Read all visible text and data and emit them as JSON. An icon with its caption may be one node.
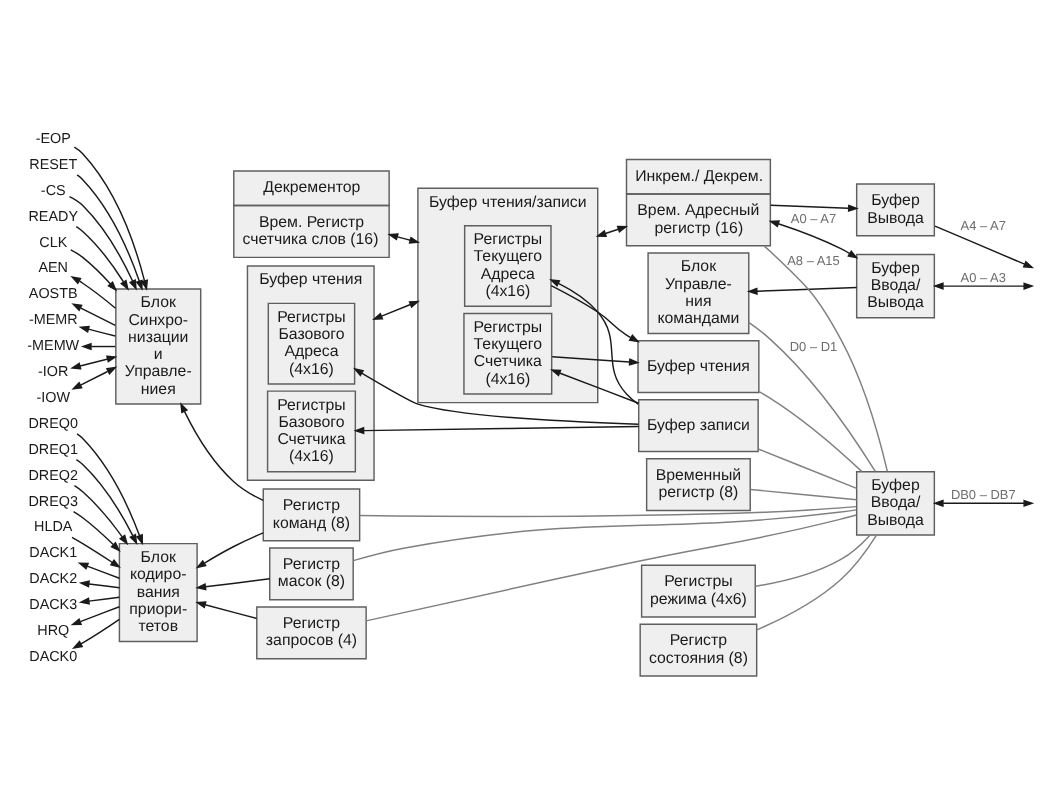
{
  "diagram": {
    "nodes": [
      {
        "text": [
          "Декрементор",
          "Врем. Регистр счетчика слов (16)"
        ]
      },
      {
        "text": [
          "Инкрем./ Декрем.",
          "Врем. Адресный регистр (16)"
        ]
      },
      {
        "text": [
          "Буфер Ввода/ Вывода"
        ]
      },
      {
        "text": [
          "Буфер Вывода"
        ]
      },
      {
        "text": [
          "-EOP"
        ]
      },
      {
        "text": [
          "RESET"
        ]
      },
      {
        "text": [
          "-CS"
        ]
      },
      {
        "text": [
          "READY"
        ]
      },
      {
        "text": [
          "CLK"
        ]
      },
      {
        "text": [
          "Блок Синхро- низации и Управле- ниея"
        ]
      },
      {
        "text": [
          "AEN"
        ]
      },
      {
        "text": [
          "AOSTB"
        ]
      },
      {
        "text": [
          "-MEMR"
        ]
      },
      {
        "text": [
          "-MEMW"
        ]
      },
      {
        "text": [
          "-IOR"
        ]
      },
      {
        "text": [
          "-IOW"
        ]
      },
      {
        "text": [
          "Буфер чтения"
        ]
      },
      {
        "text": [
          "Регистры Базового Адреса (4x16)"
        ],
        "in": 16
      },
      {
        "text": [
          "Регистры Базового Счетчика (4x16)"
        ],
        "in": 16
      },
      {
        "text": [
          "Буфер чтения/записи"
        ]
      },
      {
        "text": [
          "Регистры Текущего Адреса (4x16)"
        ],
        "in": 19
      },
      {
        "text": [
          "Регистры Текущего Счетчика (4x16)"
        ],
        "in": 19
      },
      {
        "text": [
          "Блок Управле- ния командами"
        ]
      },
      {
        "text": [
          "DREQ0"
        ]
      },
      {
        "text": [
          "DREQ1"
        ]
      },
      {
        "text": [
          "DREQ2"
        ]
      },
      {
        "text": [
          "DREQ3"
        ]
      },
      {
        "text": [
          "HLDA"
        ]
      },
      {
        "text": [
          "Блок кодиро- вания приори- тетов"
        ]
      },
      {
        "text": [
          "HRQ"
        ]
      },
      {
        "text": [
          "DACK0"
        ]
      },
      {
        "text": [
          "DACK1"
        ]
      },
      {
        "text": [
          "DACK2"
        ]
      },
      {
        "text": [
          "DACK3"
        ]
      },
      {
        "text": [
          "Регистр команд (8)"
        ]
      },
      {
        "text": [
          "Буфер записи"
        ]
      },
      {
        "text": [
          "Буфер чтения"
        ]
      },
      {
        "text": [
          "Регистр масок (8)"
        ]
      },
      {
        "text": [
          "Буфер Ввода/ Вывода"
        ]
      },
      {
        "text": [
          "Регистр запросов (4)"
        ]
      },
      {
        "text": [
          "Регистры режима (4x6)"
        ]
      },
      {
        "text": [
          "Регистр состояния (8)"
        ]
      },
      {
        "text": [
          "Временный регистр (8)"
        ]
      }
    ],
    "edges": [
      {
        "from": 4,
        "to": 9,
        "arrow": "to"
      },
      {
        "from": 5,
        "to": 9,
        "arrow": "to"
      },
      {
        "from": 6,
        "to": 9,
        "arrow": "to"
      },
      {
        "from": 7,
        "to": 9,
        "arrow": "to"
      },
      {
        "from": 8,
        "to": 9,
        "arrow": "to"
      },
      {
        "from": 9,
        "to": 10,
        "arrow": "to"
      },
      {
        "from": 9,
        "to": 11,
        "arrow": "to"
      },
      {
        "from": 9,
        "to": 12,
        "arrow": "to"
      },
      {
        "from": 9,
        "to": 13,
        "arrow": "to"
      },
      {
        "from": 9,
        "to": 14,
        "arrow": "both"
      },
      {
        "from": 9,
        "to": 15,
        "arrow": "both"
      },
      {
        "from": 2,
        "to": 1,
        "arrow": "both",
        "label": "A0 – A7"
      },
      {
        "from": 1,
        "to": 3,
        "arrow": "to"
      },
      {
        "from": null,
        "to": 2,
        "arrow": "both",
        "label": "A0 – A3"
      },
      {
        "from": 3,
        "to": null,
        "arrow": "to",
        "label": "A4 – A7"
      },
      {
        "from": 2,
        "to": 22,
        "arrow": "to"
      },
      {
        "from": 19,
        "to": 0,
        "arrow": "both"
      },
      {
        "from": 1,
        "to": 19,
        "arrow": "both"
      },
      {
        "from": 19,
        "to": 16,
        "arrow": "both"
      },
      {
        "from": 23,
        "to": 28,
        "arrow": "to"
      },
      {
        "from": 24,
        "to": 28,
        "arrow": "to"
      },
      {
        "from": 25,
        "to": 28,
        "arrow": "to"
      },
      {
        "from": 26,
        "to": 28,
        "arrow": "to"
      },
      {
        "from": 27,
        "to": 28,
        "arrow": "to"
      },
      {
        "from": 28,
        "to": 29,
        "arrow": "to"
      },
      {
        "from": 28,
        "to": 30,
        "arrow": "to"
      },
      {
        "from": 28,
        "to": 31,
        "arrow": "to"
      },
      {
        "from": 28,
        "to": 32,
        "arrow": "to"
      },
      {
        "from": 28,
        "to": 33,
        "arrow": "to"
      },
      {
        "from": 34,
        "to": 9,
        "arrow": "to"
      },
      {
        "from": 34,
        "to": 28,
        "arrow": "to"
      },
      {
        "from": 37,
        "to": 28,
        "arrow": "to"
      },
      {
        "from": 39,
        "to": 28,
        "arrow": "to"
      },
      {
        "from": 35,
        "to": 17,
        "arrow": "to"
      },
      {
        "from": 35,
        "to": 18,
        "arrow": "to"
      },
      {
        "from": 35,
        "to": 20,
        "arrow": "to"
      },
      {
        "from": 35,
        "to": 21,
        "arrow": "to"
      },
      {
        "from": 20,
        "to": 36,
        "arrow": "to"
      },
      {
        "from": 21,
        "to": 36,
        "arrow": "to"
      },
      {
        "from": 38,
        "to": 34,
        "arrow": "none",
        "color": "#808080"
      },
      {
        "from": 38,
        "to": 37,
        "arrow": "none",
        "color": "#808080"
      },
      {
        "from": 38,
        "to": 39,
        "arrow": "none",
        "color": "#808080"
      },
      {
        "from": 38,
        "to": 35,
        "arrow": "none",
        "color": "#808080"
      },
      {
        "from": 38,
        "to": 36,
        "arrow": "none",
        "color": "#808080"
      },
      {
        "from": 38,
        "to": 40,
        "arrow": "none",
        "color": "#808080"
      },
      {
        "from": 38,
        "to": 41,
        "arrow": "none",
        "color": "#808080"
      },
      {
        "from": 38,
        "to": 42,
        "arrow": "none",
        "color": "#808080"
      },
      {
        "from": 38,
        "to": 22,
        "arrow": "none",
        "label": "D0 – D1",
        "color": "#808080"
      },
      {
        "from": 38,
        "to": 1,
        "arrow": "none",
        "label": "A8 – A15",
        "color": "#808080"
      },
      {
        "from": null,
        "to": 38,
        "arrow": "both",
        "label": "DB0 – DB7"
      }
    ]
  }
}
